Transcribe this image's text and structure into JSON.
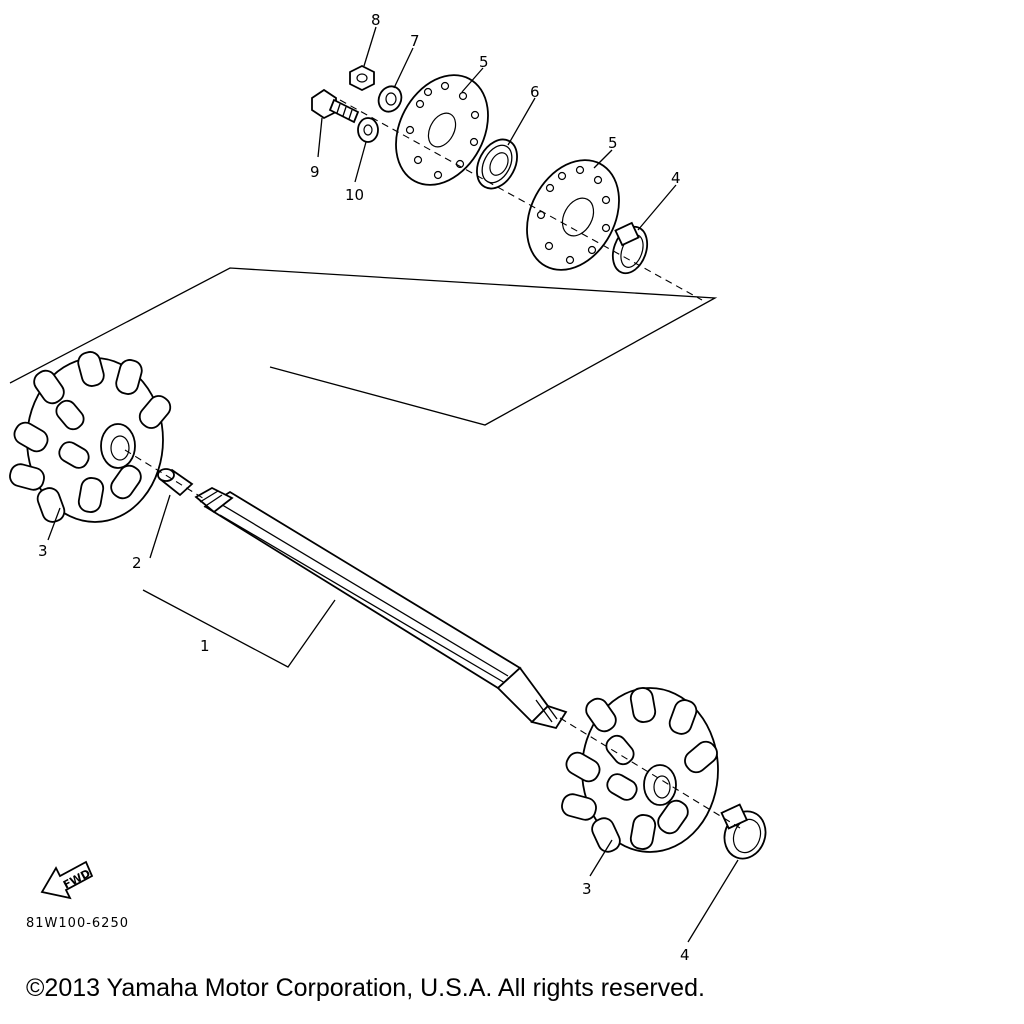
{
  "diagram": {
    "callouts": [
      {
        "id": "c1",
        "text": "1"
      },
      {
        "id": "c2",
        "text": "2"
      },
      {
        "id": "c3a",
        "text": "3"
      },
      {
        "id": "c3b",
        "text": "3"
      },
      {
        "id": "c4a",
        "text": "4"
      },
      {
        "id": "c4b",
        "text": "4"
      },
      {
        "id": "c5a",
        "text": "5"
      },
      {
        "id": "c5b",
        "text": "5"
      },
      {
        "id": "c6",
        "text": "6"
      },
      {
        "id": "c7",
        "text": "7"
      },
      {
        "id": "c8",
        "text": "8"
      },
      {
        "id": "c9",
        "text": "9"
      },
      {
        "id": "c10",
        "text": "10"
      }
    ],
    "fwd_label": "FWD",
    "reference_code": "81W100-6250"
  },
  "footer": {
    "copyright": "©2013 Yamaha Motor Corporation, U.S.A. All rights reserved."
  }
}
